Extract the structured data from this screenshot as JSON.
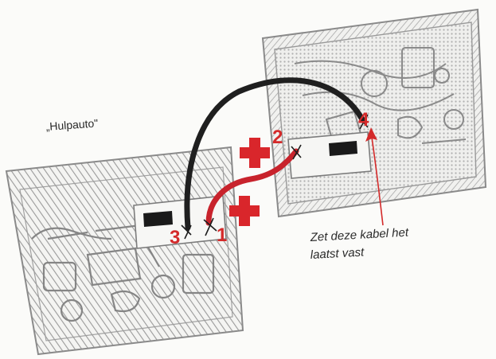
{
  "labels": {
    "helper_car": "„Hulpauto\"",
    "note_line1": "Zet deze kabel het",
    "note_line2": "laatst vast"
  },
  "terminals": {
    "t1": "1",
    "t2": "2",
    "t3": "3",
    "t4": "4"
  },
  "symbols": {
    "plus_icon": "plus-cross"
  },
  "colors": {
    "red_cable": "#c8232c",
    "black_cable": "#1f1f1f",
    "plus_red": "#d9262b",
    "number_red": "#d42a2a",
    "line_art": "#8a8a8a"
  }
}
